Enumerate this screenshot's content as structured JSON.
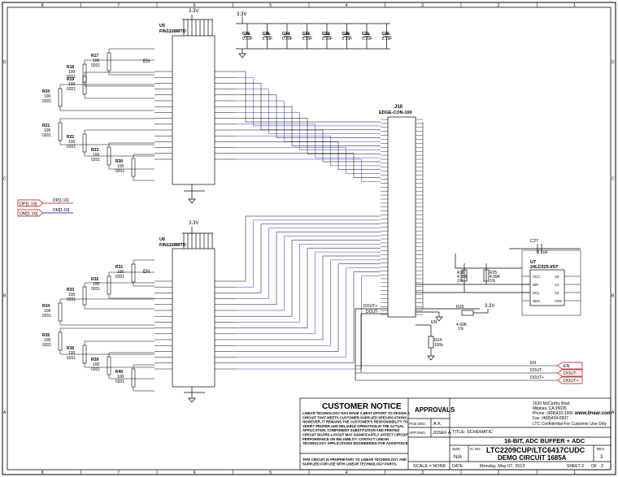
{
  "border": {
    "cols": [
      "8",
      "7",
      "6",
      "5",
      "4",
      "3",
      "2",
      "1"
    ],
    "rows": [
      "D",
      "C",
      "B",
      "A"
    ]
  },
  "components": {
    "u5": {
      "ref": "U5",
      "part": "FIN1108MTD"
    },
    "u6": {
      "ref": "U6",
      "part": "FIN1108MTD"
    },
    "j10": {
      "ref": "J10",
      "part": "EDGE-CON-100"
    },
    "u7": {
      "ref": "U7",
      "part": "24LC025-I/ST",
      "pins": [
        "VCC",
        "WP",
        "SCL",
        "SDA",
        "A0",
        "A1",
        "A2",
        "VSS"
      ]
    },
    "c27": {
      "ref": "C27",
      "value": "0.1uF"
    },
    "r26": {
      "ref": "R26",
      "value": "4.99K",
      "tol": "1%"
    },
    "r25": {
      "ref": "R25",
      "value": "4.99K",
      "tol": "1%"
    },
    "r29": {
      "ref": "R29",
      "value": "4.99K",
      "tol": "1%"
    },
    "r24": {
      "ref": "R24",
      "value": "100k"
    }
  },
  "caps": [
    {
      "ref": "C35",
      "value": "0.1uF"
    },
    {
      "ref": "C36",
      "value": "0.1uF"
    },
    {
      "ref": "C34",
      "value": "0.1uF"
    },
    {
      "ref": "C33",
      "value": "0.1uF"
    },
    {
      "ref": "C32",
      "value": "0.1uF"
    },
    {
      "ref": "C29",
      "value": "0.1uF"
    },
    {
      "ref": "C31",
      "value": "0.1uF"
    },
    {
      "ref": "C30",
      "value": "0.1uF"
    }
  ],
  "resistors_top": [
    {
      "ref": "R17",
      "value": "100",
      "pkg": "0201"
    },
    {
      "ref": "R18",
      "value": "100",
      "pkg": "0201"
    },
    {
      "ref": "R19",
      "value": "100",
      "pkg": "0201"
    },
    {
      "ref": "R20",
      "value": "100",
      "pkg": "0201"
    },
    {
      "ref": "R21",
      "value": "100",
      "pkg": "0201"
    },
    {
      "ref": "R22",
      "value": "100",
      "pkg": "0201"
    },
    {
      "ref": "R23",
      "value": "100",
      "pkg": "0201"
    },
    {
      "ref": "R30",
      "value": "100",
      "pkg": "0201"
    }
  ],
  "resistors_bottom": [
    {
      "ref": "R31",
      "value": "100",
      "pkg": "0201"
    },
    {
      "ref": "R32",
      "value": "100",
      "pkg": "0201"
    },
    {
      "ref": "R33",
      "value": "100",
      "pkg": "0201"
    },
    {
      "ref": "R34",
      "value": "100",
      "pkg": "0201"
    },
    {
      "ref": "R35",
      "value": "100",
      "pkg": "0201"
    },
    {
      "ref": "R36",
      "value": "100",
      "pkg": "0201"
    },
    {
      "ref": "R39",
      "value": "100",
      "pkg": "0201"
    },
    {
      "ref": "R40",
      "value": "100",
      "pkg": "0201"
    }
  ],
  "nets": {
    "v33": "3.3V",
    "en": "EN",
    "dp": "DP[1:16]",
    "dm": "DM[1:16]",
    "dout_plus": "DOUT+",
    "dout_minus": "DOUT-"
  },
  "ports": [
    {
      "label": "EN"
    },
    {
      "label": "DOUT-"
    },
    {
      "label": "DOUT+"
    }
  ],
  "notice": {
    "heading": "CUSTOMER NOTICE",
    "lines": [
      "LINEAR TECHNOLOGY HAS MADE A BEST EFFORT TO DESIGN A",
      "CIRCUIT THAT MEETS CUSTOMER-SUPPLIED SPECIFICATIONS;",
      "HOWEVER, IT REMAINS THE CUSTOMER'S RESPONSIBILITY TO",
      "VERIFY PROPER AND RELIABLE OPERATION IN THE ACTUAL",
      "APPLICATION. COMPONENT SUBSTITUTION AND PRINTED",
      "CIRCUIT BOARD LAYOUT MAY SIGNIFICANTLY AFFECT CIRCUIT",
      "PERFORMANCE OR RELIABILITY. CONTACT LINEAR",
      "TECHNOLOGY APPLICATIONS ENGINEERING FOR ASSISTANCE."
    ],
    "footer": [
      "THIS CIRCUIT IS PROPRIETARY TO LINEAR TECHNOLOGY AND",
      "SUPPLIED FOR USE WITH LINEAR TECHNOLOGY PARTS."
    ]
  },
  "approvals": {
    "heading": "APPROVALS",
    "pcb_des_label": "PCB DES.",
    "pcb_des": "A.K.",
    "app_eng_label": "APP ENG.",
    "app_eng": "JOSEF A."
  },
  "company": {
    "address1": "1630 McCarthy Blvd.",
    "address2": "Milpitas, CA 95035",
    "phone": "Phone: (408)432-1900",
    "fax": "Fax: (408)434-0507",
    "web": "www.linear.com",
    "confidential": "LTC Confidential-For Customer Use Only"
  },
  "title_block": {
    "title_label": "TITLE: SCHEMATIC",
    "title": "16-BIT, ADC BUFFER + ADC",
    "size_label": "SIZE",
    "size": "N/A",
    "icno_label": "IC NO.",
    "icno": "LTC2209CUP/LTC6417CUDC",
    "demo": "DEMO CIRCUIT 1685A",
    "rev_label": "REV.",
    "rev": "3",
    "scale": "SCALE = NONE",
    "date_label": "DATE:",
    "date": "Monday, May 07, 2012",
    "sheet_label": "SHEET",
    "sheet": "2",
    "of_label": "OF",
    "of": "2"
  }
}
